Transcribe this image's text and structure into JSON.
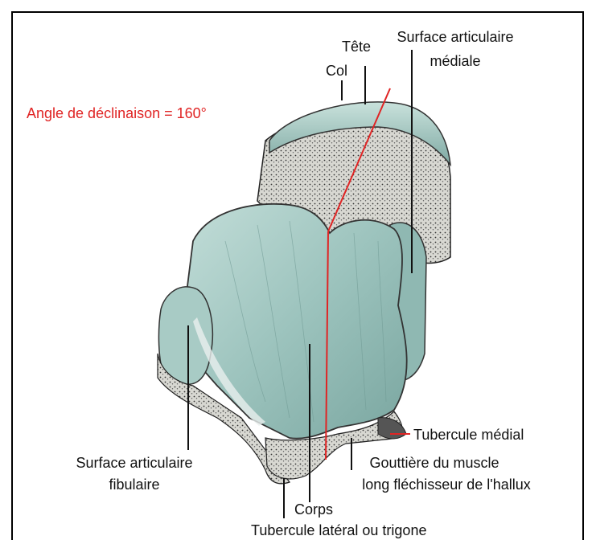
{
  "labels": {
    "tete": "Tête",
    "col": "Col",
    "surface_medial_1": "Surface articulaire",
    "surface_medial_2": "médiale",
    "angle": "Angle de déclinaison = 160°",
    "tubercule_medial": "Tubercule médial",
    "surface_fibular_1": "Surface articulaire",
    "surface_fibular_2": "fibulaire",
    "gouttiere_1": "Gouttière du muscle",
    "gouttiere_2": "long fléchisseur de l'hallux",
    "corps": "Corps",
    "tubercule_lateral": "Tubercule latéral ou trigone"
  },
  "colors": {
    "bone": "#8fb8b2",
    "bone_light": "#b9d6d0",
    "bone_dark": "#5e8a85",
    "texture": "#3a3a3a",
    "annotation_red": "#e02424",
    "leader": "#111111"
  }
}
